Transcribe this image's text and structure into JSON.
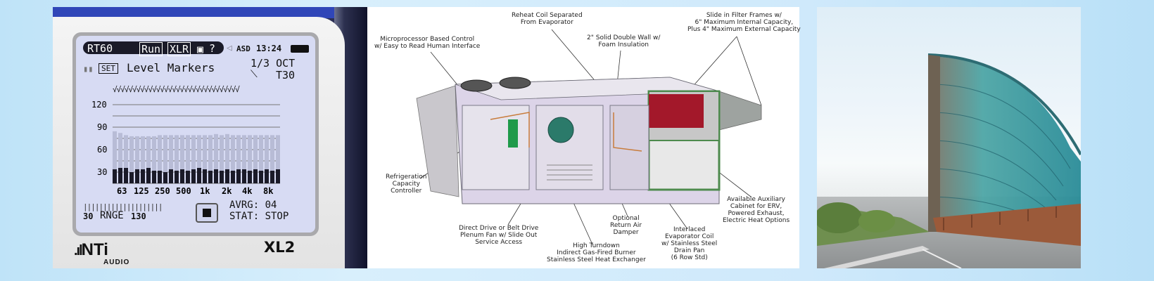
{
  "xl2": {
    "mode": "RT60",
    "run": "Run",
    "xlr": "XLR",
    "help": "?",
    "asd": "ASD",
    "time": "13:24",
    "set": "SET",
    "menu_title": "Level Markers",
    "band": "1/3 OCT",
    "param": "T30",
    "y_ticks": [
      "120",
      "90",
      "60",
      "30"
    ],
    "x_ticks": [
      "63",
      "125",
      "250",
      "500",
      "1k",
      "2k",
      "4k",
      "8k"
    ],
    "range_low": "30",
    "range_label": "RNGE",
    "range_high": "130",
    "avrg": "AVRG: 04",
    "stat": "STAT: STOP",
    "brand": "NTi",
    "brand_sub": "AUDIO",
    "model": "XL2"
  },
  "hvac_labels": {
    "reheat": [
      "Reheat Coil Separated",
      "From Evaporator"
    ],
    "filter": [
      "Slide in Filter Frames w/",
      "6\" Maximum Internal Capacity,",
      "Plus 4\" Maximum External Capacity"
    ],
    "microprocessor": [
      "Microprocessor Based Control",
      "w/ Easy to Read Human Interface"
    ],
    "wall": [
      "2\" Solid Double Wall w/",
      "Foam Insulation"
    ],
    "refrigeration": [
      "Refrigeration",
      "Capacity",
      "Controller"
    ],
    "auxiliary": [
      "Available Auxiliary",
      "Cabinet for ERV,",
      "Powered Exhaust,",
      "Electric Heat Options"
    ],
    "fan": [
      "Direct Drive or Belt Drive",
      "Plenum Fan w/ Slide Out",
      "Service Access"
    ],
    "damper": [
      "Optional",
      "Return Air",
      "Damper"
    ],
    "evaporator": [
      "Interlaced",
      "Evaporator Coil",
      "w/ Stainless Steel",
      "Drain Pan",
      "(6 Row Std)"
    ],
    "burner": [
      "High Turndown",
      "Indirect Gas-Fired Burner",
      "Stainless Steel Heat Exchanger"
    ]
  },
  "colors": {
    "lcd_bg": "#d7dbf3",
    "lcd_ink": "#1a1a28",
    "bar_light": "#b8bcd6",
    "bar_dark": "#1a1a28",
    "unit_body": "#d9d2e6",
    "coil_red": "#a3182a",
    "barrier_teal": "#3e9aa0"
  },
  "icons": [
    "speaker-icon",
    "battery-icon",
    "stop-icon",
    "save-icon"
  ]
}
